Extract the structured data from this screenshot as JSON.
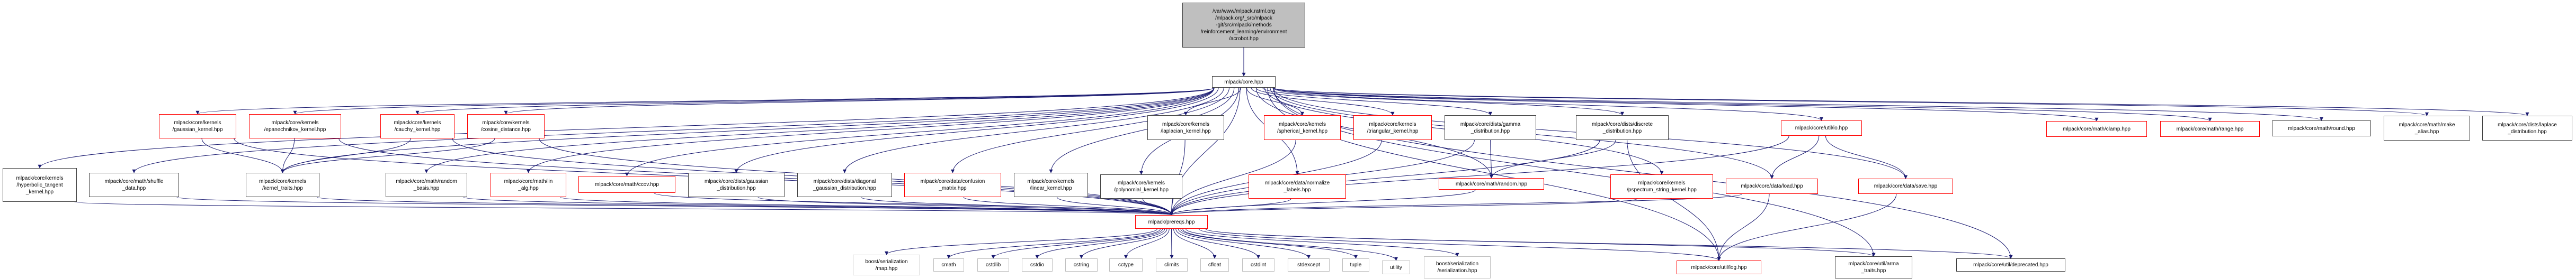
{
  "diagram": {
    "title": "Include dependency graph for acrobot.hpp",
    "colors": {
      "edge": "#191970",
      "root_fill": "#bfbfbf",
      "node_border_default": "#404040",
      "node_border_truncated": "#ff0000",
      "node_border_system": "#bfbfbf"
    },
    "nodes": [
      {
        "id": "root",
        "label": "/var/www/mlpack.ratml.org\n/mlpack.org/_src/mlpack\n-git/src/mlpack/methods\n/reinforcement_learning/environment\n/acrobot.hpp",
        "kind": "root"
      },
      {
        "id": "core",
        "label": "mlpack/core.hpp",
        "kind": "default"
      },
      {
        "id": "hyperbolic",
        "label": "mlpack/core/kernels\n/hyperbolic_tangent\n_kernel.hpp",
        "kind": "default"
      },
      {
        "id": "shuffle",
        "label": "mlpack/core/math/shuffle\n_data.hpp",
        "kind": "default"
      },
      {
        "id": "gaussian_kernel",
        "label": "mlpack/core/kernels\n/gaussian_kernel.hpp",
        "kind": "truncated"
      },
      {
        "id": "epanechnikov",
        "label": "mlpack/core/kernels\n/epanechnikov_kernel.hpp",
        "kind": "truncated"
      },
      {
        "id": "cauchy",
        "label": "mlpack/core/kernels\n/cauchy_kernel.hpp",
        "kind": "truncated"
      },
      {
        "id": "cosine",
        "label": "mlpack/core/kernels\n/cosine_distance.hpp",
        "kind": "truncated"
      },
      {
        "id": "kernel_traits",
        "label": "mlpack/core/kernels\n/kernel_traits.hpp",
        "kind": "default"
      },
      {
        "id": "random_basis",
        "label": "mlpack/core/math/random\n_basis.hpp",
        "kind": "default"
      },
      {
        "id": "lin_alg",
        "label": "mlpack/core/math/lin\n_alg.hpp",
        "kind": "truncated"
      },
      {
        "id": "ccov",
        "label": "mlpack/core/math/ccov.hpp",
        "kind": "truncated"
      },
      {
        "id": "gaussian_dist",
        "label": "mlpack/core/dists/gaussian\n_distribution.hpp",
        "kind": "default"
      },
      {
        "id": "diag_gaussian",
        "label": "mlpack/core/dists/diagonal\n_gaussian_distribution.hpp",
        "kind": "default"
      },
      {
        "id": "confusion",
        "label": "mlpack/core/data/confusion\n_matrix.hpp",
        "kind": "truncated"
      },
      {
        "id": "linear",
        "label": "mlpack/core/kernels\n/linear_kernel.hpp",
        "kind": "default"
      },
      {
        "id": "polynomial",
        "label": "mlpack/core/kernels\n/polynomial_kernel.hpp",
        "kind": "default"
      },
      {
        "id": "laplacian",
        "label": "mlpack/core/kernels\n/laplacian_kernel.hpp",
        "kind": "default"
      },
      {
        "id": "spherical",
        "label": "mlpack/core/kernels\n/spherical_kernel.hpp",
        "kind": "truncated"
      },
      {
        "id": "normalize",
        "label": "mlpack/core/data/normalize\n_labels.hpp",
        "kind": "truncated"
      },
      {
        "id": "triangular",
        "label": "mlpack/core/kernels\n/triangular_kernel.hpp",
        "kind": "truncated"
      },
      {
        "id": "gamma",
        "label": "mlpack/core/dists/gamma\n_distribution.hpp",
        "kind": "default"
      },
      {
        "id": "random",
        "label": "mlpack/core/math/random.hpp",
        "kind": "truncated"
      },
      {
        "id": "discrete",
        "label": "mlpack/core/dists/discrete\n_distribution.hpp",
        "kind": "default"
      },
      {
        "id": "pspectrum",
        "label": "mlpack/core/kernels\n/pspectrum_string_kernel.hpp",
        "kind": "truncated"
      },
      {
        "id": "io",
        "label": "mlpack/core/util/io.hpp",
        "kind": "truncated"
      },
      {
        "id": "load",
        "label": "mlpack/core/data/load.hpp",
        "kind": "truncated"
      },
      {
        "id": "save",
        "label": "mlpack/core/data/save.hpp",
        "kind": "truncated"
      },
      {
        "id": "clamp",
        "label": "mlpack/core/math/clamp.hpp",
        "kind": "truncated"
      },
      {
        "id": "range",
        "label": "mlpack/core/math/range.hpp",
        "kind": "truncated"
      },
      {
        "id": "round",
        "label": "mlpack/core/math/round.hpp",
        "kind": "default"
      },
      {
        "id": "make_alias",
        "label": "mlpack/core/math/make\n_alias.hpp",
        "kind": "default"
      },
      {
        "id": "laplace_dist",
        "label": "mlpack/core/dists/laplace\n_distribution.hpp",
        "kind": "default"
      },
      {
        "id": "prereqs",
        "label": "mlpack/prereqs.hpp",
        "kind": "truncated"
      },
      {
        "id": "map",
        "label": "boost/serialization\n/map.hpp",
        "kind": "system"
      },
      {
        "id": "cmath",
        "label": "cmath",
        "kind": "system"
      },
      {
        "id": "cstdlib",
        "label": "cstdlib",
        "kind": "system"
      },
      {
        "id": "cstdio",
        "label": "cstdio",
        "kind": "system"
      },
      {
        "id": "cstring",
        "label": "cstring",
        "kind": "system"
      },
      {
        "id": "cctype",
        "label": "cctype",
        "kind": "system"
      },
      {
        "id": "climits",
        "label": "climits",
        "kind": "system"
      },
      {
        "id": "cfloat",
        "label": "cfloat",
        "kind": "system"
      },
      {
        "id": "cstdint",
        "label": "cstdint",
        "kind": "system"
      },
      {
        "id": "stdexcept",
        "label": "stdexcept",
        "kind": "system"
      },
      {
        "id": "tuple",
        "label": "tuple",
        "kind": "system"
      },
      {
        "id": "utility",
        "label": "utility",
        "kind": "system"
      },
      {
        "id": "serialization",
        "label": "boost/serialization\n/serialization.hpp",
        "kind": "system"
      },
      {
        "id": "log",
        "label": "mlpack/core/util/log.hpp",
        "kind": "truncated"
      },
      {
        "id": "arma_traits",
        "label": "mlpack/core/util/arma\n_traits.hpp",
        "kind": "default"
      },
      {
        "id": "deprecated",
        "label": "mlpack/core/util/deprecated.hpp",
        "kind": "default"
      }
    ],
    "edges": [
      [
        "root",
        "core"
      ],
      [
        "core",
        "hyperbolic"
      ],
      [
        "core",
        "shuffle"
      ],
      [
        "core",
        "gaussian_kernel"
      ],
      [
        "core",
        "epanechnikov"
      ],
      [
        "core",
        "cauchy"
      ],
      [
        "core",
        "cosine"
      ],
      [
        "core",
        "kernel_traits"
      ],
      [
        "core",
        "random_basis"
      ],
      [
        "core",
        "lin_alg"
      ],
      [
        "core",
        "ccov"
      ],
      [
        "core",
        "gaussian_dist"
      ],
      [
        "core",
        "diag_gaussian"
      ],
      [
        "core",
        "confusion"
      ],
      [
        "core",
        "linear"
      ],
      [
        "core",
        "polynomial"
      ],
      [
        "core",
        "laplacian"
      ],
      [
        "core",
        "spherical"
      ],
      [
        "core",
        "normalize"
      ],
      [
        "core",
        "triangular"
      ],
      [
        "core",
        "gamma"
      ],
      [
        "core",
        "random"
      ],
      [
        "core",
        "discrete"
      ],
      [
        "core",
        "pspectrum"
      ],
      [
        "core",
        "io"
      ],
      [
        "core",
        "load"
      ],
      [
        "core",
        "save"
      ],
      [
        "core",
        "clamp"
      ],
      [
        "core",
        "range"
      ],
      [
        "core",
        "round"
      ],
      [
        "core",
        "make_alias"
      ],
      [
        "core",
        "laplace_dist"
      ],
      [
        "core",
        "prereqs"
      ],
      [
        "core",
        "log"
      ],
      [
        "core",
        "arma_traits"
      ],
      [
        "core",
        "deprecated"
      ],
      [
        "hyperbolic",
        "prereqs"
      ],
      [
        "shuffle",
        "prereqs"
      ],
      [
        "gaussian_kernel",
        "kernel_traits"
      ],
      [
        "gaussian_kernel",
        "prereqs"
      ],
      [
        "epanechnikov",
        "kernel_traits"
      ],
      [
        "epanechnikov",
        "prereqs"
      ],
      [
        "cauchy",
        "kernel_traits"
      ],
      [
        "cauchy",
        "prereqs"
      ],
      [
        "cosine",
        "kernel_traits"
      ],
      [
        "cosine",
        "prereqs"
      ],
      [
        "kernel_traits",
        "prereqs"
      ],
      [
        "random_basis",
        "prereqs"
      ],
      [
        "lin_alg",
        "prereqs"
      ],
      [
        "ccov",
        "prereqs"
      ],
      [
        "gaussian_dist",
        "prereqs"
      ],
      [
        "diag_gaussian",
        "prereqs"
      ],
      [
        "confusion",
        "prereqs"
      ],
      [
        "linear",
        "prereqs"
      ],
      [
        "polynomial",
        "prereqs"
      ],
      [
        "laplacian",
        "prereqs"
      ],
      [
        "spherical",
        "prereqs"
      ],
      [
        "normalize",
        "prereqs"
      ],
      [
        "triangular",
        "prereqs"
      ],
      [
        "gamma",
        "random"
      ],
      [
        "gamma",
        "prereqs"
      ],
      [
        "random",
        "prereqs"
      ],
      [
        "discrete",
        "random"
      ],
      [
        "discrete",
        "prereqs"
      ],
      [
        "discrete",
        "log"
      ],
      [
        "pspectrum",
        "prereqs"
      ],
      [
        "io",
        "load"
      ],
      [
        "io",
        "save"
      ],
      [
        "io",
        "prereqs"
      ],
      [
        "load",
        "prereqs"
      ],
      [
        "load",
        "log"
      ],
      [
        "save",
        "log"
      ],
      [
        "prereqs",
        "map"
      ],
      [
        "prereqs",
        "cmath"
      ],
      [
        "prereqs",
        "cstdlib"
      ],
      [
        "prereqs",
        "cstdio"
      ],
      [
        "prereqs",
        "cstring"
      ],
      [
        "prereqs",
        "cctype"
      ],
      [
        "prereqs",
        "climits"
      ],
      [
        "prereqs",
        "cfloat"
      ],
      [
        "prereqs",
        "cstdint"
      ],
      [
        "prereqs",
        "stdexcept"
      ],
      [
        "prereqs",
        "tuple"
      ],
      [
        "prereqs",
        "utility"
      ],
      [
        "prereqs",
        "serialization"
      ],
      [
        "prereqs",
        "log"
      ],
      [
        "prereqs",
        "arma_traits"
      ],
      [
        "prereqs",
        "deprecated"
      ]
    ]
  }
}
